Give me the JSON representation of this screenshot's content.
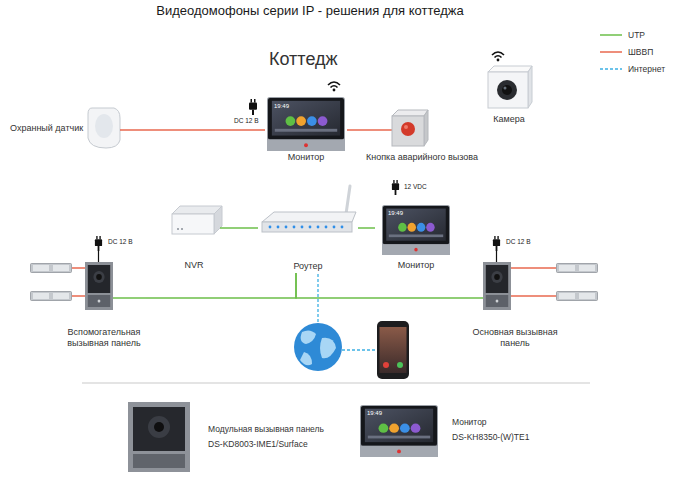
{
  "diagram": {
    "title": "Видеодомофоны серии IP - решения для коттеджа",
    "nodes": [
      {
        "text": [
          "Коттедж"
        ]
      },
      {
        "text": [
          "Охранный датчик"
        ]
      },
      {
        "text": [
          "Монитор"
        ],
        "in": 0
      },
      {
        "text": [
          "Кнопка аварийного вызова"
        ],
        "in": 0
      },
      {
        "text": [
          "Камера"
        ]
      },
      {
        "text": [
          "NVR"
        ],
        "in": 0
      },
      {
        "text": [
          "Роутер"
        ],
        "in": 0
      },
      {
        "text": [
          "Монитор"
        ],
        "in": 0
      },
      {
        "text": [
          "Вспомогательная вызывная панель"
        ]
      },
      {
        "text": [
          "Основная вызывная панель"
        ]
      },
      {
        "text": [
          "Модульная вызывная панель",
          "DS-KD8003-IME1/Surface"
        ]
      },
      {
        "text": [
          "Монитор",
          "DS-KH8350-(W)TE1"
        ]
      }
    ],
    "edges": [
      {
        "from": 1,
        "to": 2,
        "arrow": "none"
      },
      {
        "from": 2,
        "to": 3,
        "arrow": "none"
      },
      {
        "from": 5,
        "to": 6,
        "arrow": "none"
      },
      {
        "from": 6,
        "to": 7,
        "arrow": "none"
      },
      {
        "from": 6,
        "to": 8,
        "arrow": "none"
      },
      {
        "from": 6,
        "to": 9,
        "arrow": "none"
      }
    ],
    "labels": [
      "DC 12 В",
      "19:49",
      "12 VDC",
      "19:49",
      "DC 12 В",
      "DC 12 В",
      "19:49"
    ],
    "legend": [
      {
        "text": "UTP"
      },
      {
        "text": "ШВВП"
      },
      {
        "text": "Интернет"
      }
    ]
  }
}
